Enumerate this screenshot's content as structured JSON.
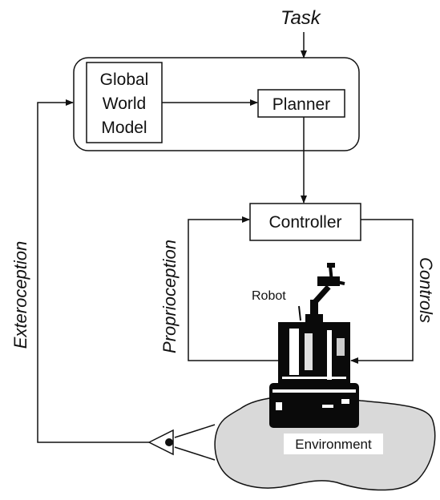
{
  "labels": {
    "task": "Task",
    "global_world_model": [
      "Global",
      "World",
      "Model"
    ],
    "planner": "Planner",
    "controller": "Controller",
    "exteroception": "Exteroception",
    "proprioception": "Proprioception",
    "controls": "Controls",
    "robot": "Robot",
    "environment": "Environment"
  },
  "colors": {
    "line": "#111111",
    "environment_fill": "#d9d9d9",
    "robot_body": "#0a0a0a"
  },
  "icons": {
    "sensor": "eye-icon"
  }
}
